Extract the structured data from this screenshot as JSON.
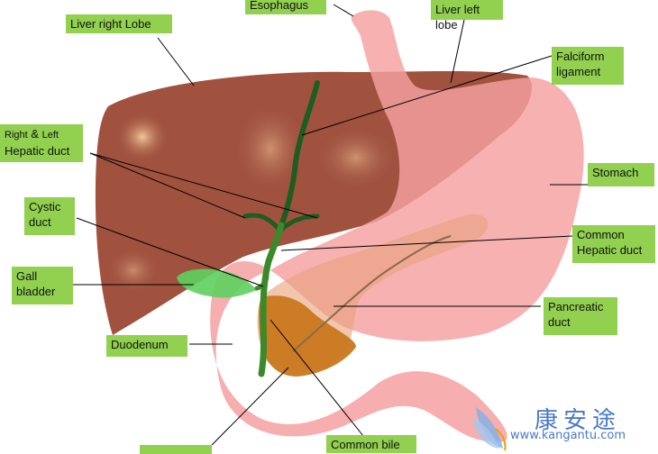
{
  "labels": {
    "esophagus": "Esophagus",
    "liver_right_lobe": "Liver right Lobe",
    "liver_left_lobe": "Liver left lobe",
    "falciform_1": "Falciform",
    "falciform_2": "ligament",
    "right_word": "Right",
    "amp": "&",
    "left_word": "Left",
    "hepatic_duct": "Hepatic duct",
    "stomach": "Stomach",
    "cystic_1": "Cystic",
    "cystic_2": "duct",
    "common_hepatic_1": "Common",
    "common_hepatic_2": "Hepatic duct",
    "gall_1": "Gall",
    "gall_2": "bladder",
    "pancreatic_1": "Pancreatic",
    "pancreatic_2": "duct",
    "duodenum": "Duodenum",
    "common_bile": "Common bile"
  },
  "watermark": {
    "chinese": "康安途",
    "url": "www.kangantu.com"
  },
  "colors": {
    "label_bg": "#92d050",
    "liver": "#a0523f",
    "stomach": "#f5a0a0",
    "duct": "#1f5c1f",
    "gallbladder": "#5ed05e",
    "pancreas": "#c9781e"
  }
}
